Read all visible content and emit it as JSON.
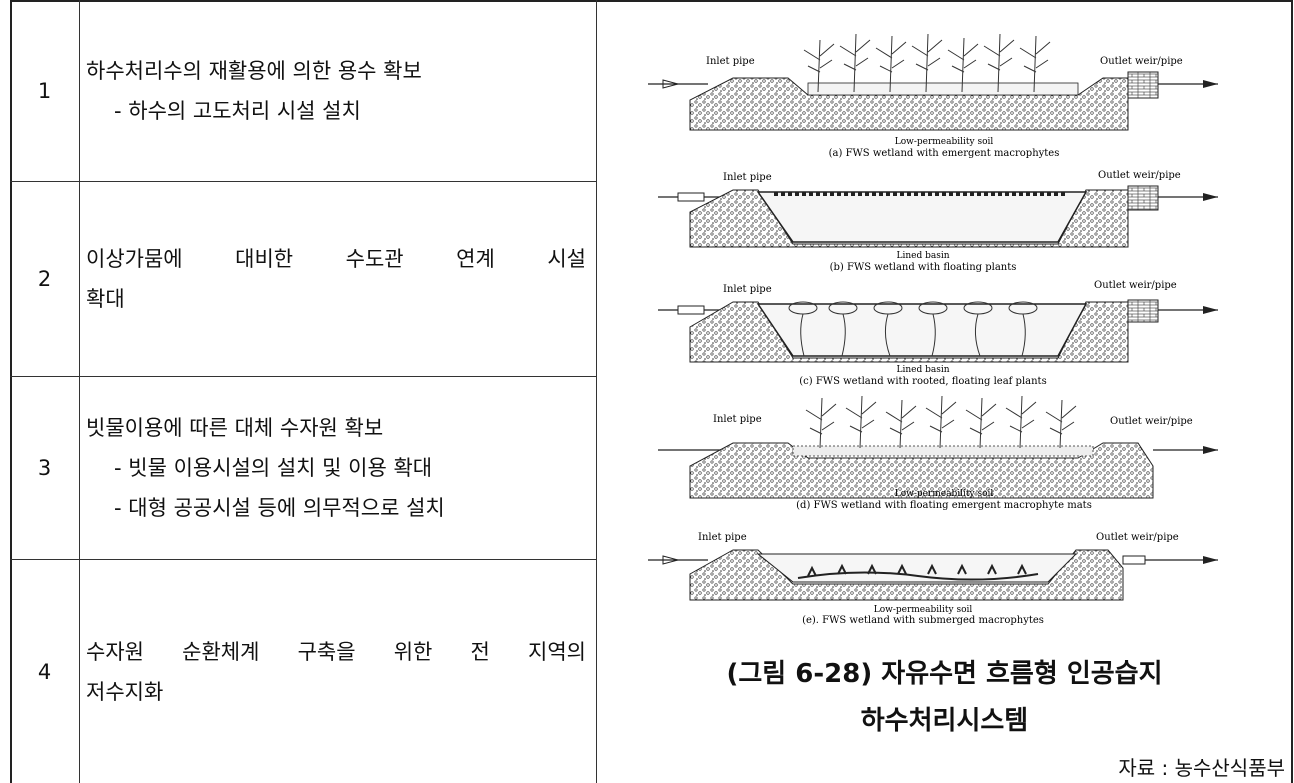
{
  "rows": [
    {
      "num": "1",
      "lines": [
        "하수처리수의 재활용에 의한 용수 확보",
        "- 하수의 고도처리 시설 설치"
      ]
    },
    {
      "num": "2",
      "lines": [
        "이상가뭄에 대비한 수도관 연계 시설",
        "확대"
      ]
    },
    {
      "num": "3",
      "lines": [
        "빗물이용에 따른 대체 수자원 확보",
        "- 빗물 이용시설의 설치 및 이용 확대",
        "- 대형 공공시설 등에 의무적으로 설치"
      ]
    },
    {
      "num": "4",
      "lines": [
        "수자원 순환체계 구축을 위한 전 지역의",
        "저수지화"
      ]
    }
  ],
  "figure": {
    "panels": [
      {
        "inlet": "Inlet pipe",
        "outlet": "Outlet weir/pipe",
        "soil": "Low-permeability soil",
        "caption": "(a) FWS wetland with emergent macrophytes"
      },
      {
        "inlet": "Inlet pipe",
        "outlet": "Outlet weir/pipe",
        "soil": "Lined basin",
        "caption": "(b) FWS wetland with floating plants"
      },
      {
        "inlet": "Inlet pipe",
        "outlet": "Outlet weir/pipe",
        "soil": "Lined basin",
        "caption": "(c) FWS wetland with rooted, floating leaf plants"
      },
      {
        "inlet": "Inlet pipe",
        "outlet": "Outlet weir/pipe",
        "soil": "Low-permeability soil",
        "caption": "(d) FWS wetland with floating emergent macrophyte mats"
      },
      {
        "inlet": "Inlet pipe",
        "outlet": "Outlet weir/pipe",
        "soil": "Low-permeability soil",
        "caption": "(e). FWS wetland with submerged macrophytes"
      }
    ],
    "title_line1": "(그림 6-28) 자유수면 흐름형 인공습지",
    "title_line2": "하수처리시스템",
    "source": "자료 : 농수산식품부"
  }
}
